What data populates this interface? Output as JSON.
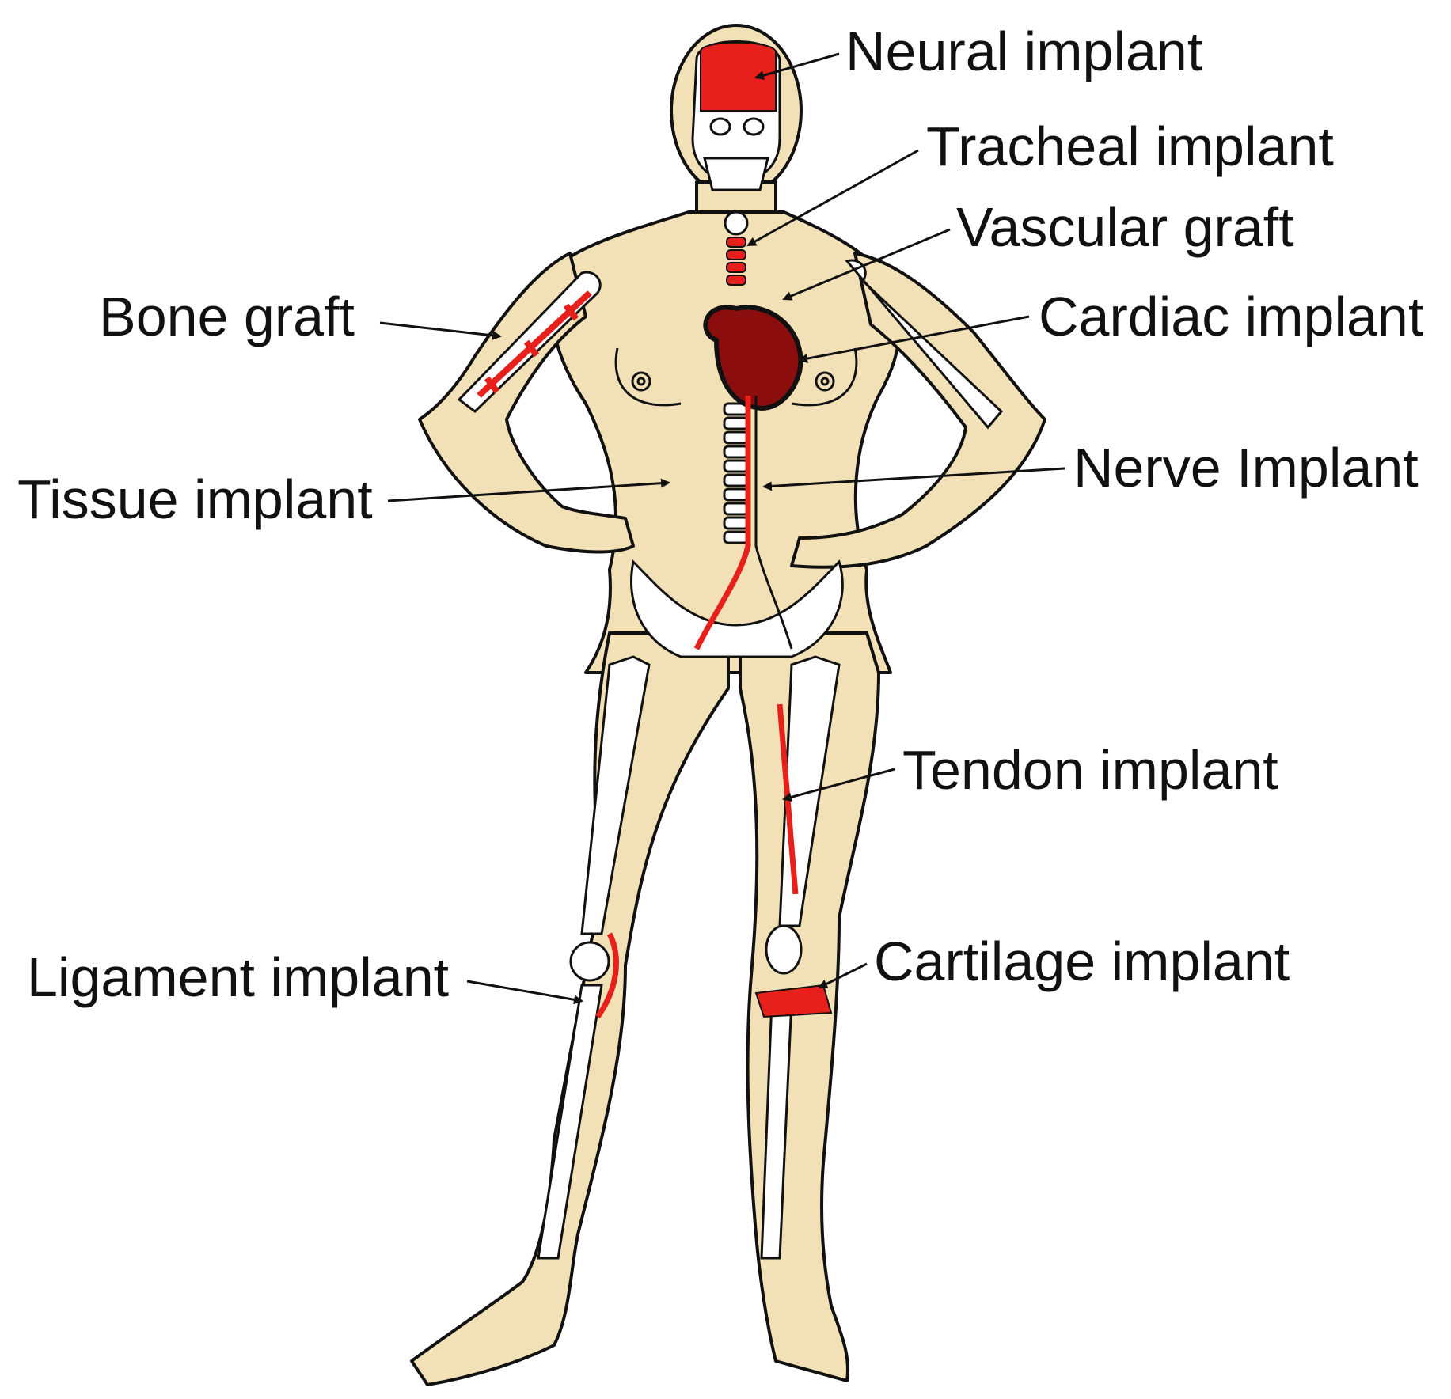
{
  "labels": {
    "neural": "Neural implant",
    "tracheal": "Tracheal implant",
    "vascular": "Vascular graft",
    "cardiac": "Cardiac implant",
    "bone": "Bone graft",
    "nerve": "Nerve Implant",
    "tissue": "Tissue implant",
    "tendon": "Tendon implant",
    "cartilage": "Cartilage implant",
    "ligament": "Ligament implant"
  },
  "colors": {
    "skin": "#f2e0b6",
    "bone": "#ffffff",
    "outline": "#111111",
    "implant": "#e8201c",
    "heart": "#8b0d0d"
  }
}
